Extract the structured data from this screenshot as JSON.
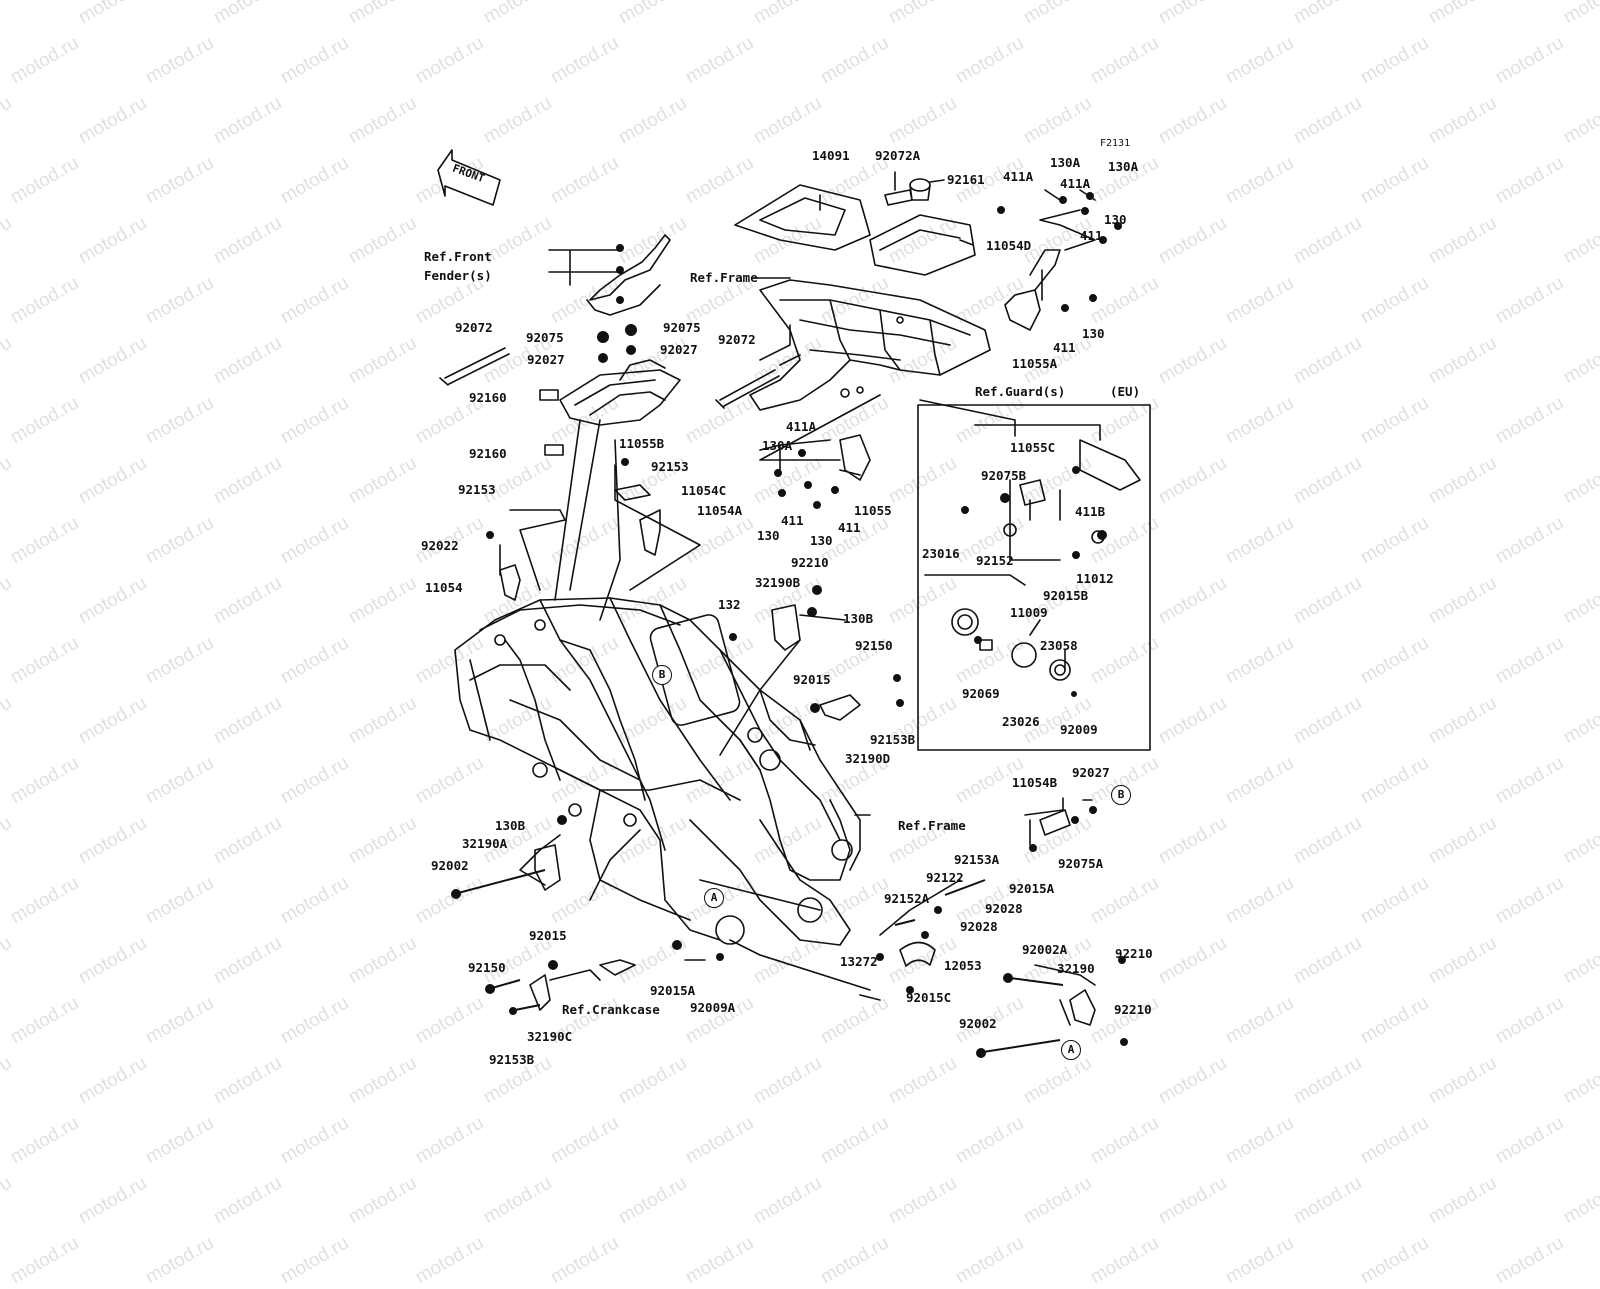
{
  "watermark": "motod.ru",
  "figure_code": "F2131",
  "front_label": "FRONT",
  "eu_label": "(EU)",
  "refs": {
    "front_fender": "Ref.Front\nFender(s)",
    "frame_top": "Ref.Frame",
    "guard": "Ref.Guard(s)",
    "frame_right": "Ref.Frame",
    "crankcase": "Ref.Crankcase"
  },
  "markers": {
    "a": "A",
    "b": "B"
  },
  "part_numbers": [
    "14091",
    "92072A",
    "92161",
    "130A",
    "130A",
    "411A",
    "411A",
    "130",
    "411",
    "11054D",
    "411",
    "130",
    "11055A",
    "92072",
    "92075",
    "92075",
    "92027",
    "92027",
    "92072",
    "92160",
    "92160",
    "11055B",
    "411A",
    "130A",
    "92153",
    "11054C",
    "11054A",
    "130",
    "411",
    "130",
    "411",
    "11055",
    "92153",
    "92022",
    "11054",
    "92210",
    "32190B",
    "132",
    "130B",
    "92150",
    "92015",
    "92153B",
    "32190D",
    "11055C",
    "92075B",
    "411B",
    "92152",
    "23016",
    "11012",
    "92015B",
    "11009",
    "23058",
    "92069",
    "23026",
    "92009",
    "11054B",
    "92027",
    "92075A",
    "92015A",
    "92153A",
    "92122",
    "92152A",
    "92028",
    "92028",
    "130B",
    "32190A",
    "92002",
    "92015",
    "92150",
    "32190C",
    "92153B",
    "92015A",
    "92009A",
    "13272",
    "12053",
    "92015C",
    "92002A",
    "32190",
    "92210",
    "92210",
    "92002"
  ]
}
